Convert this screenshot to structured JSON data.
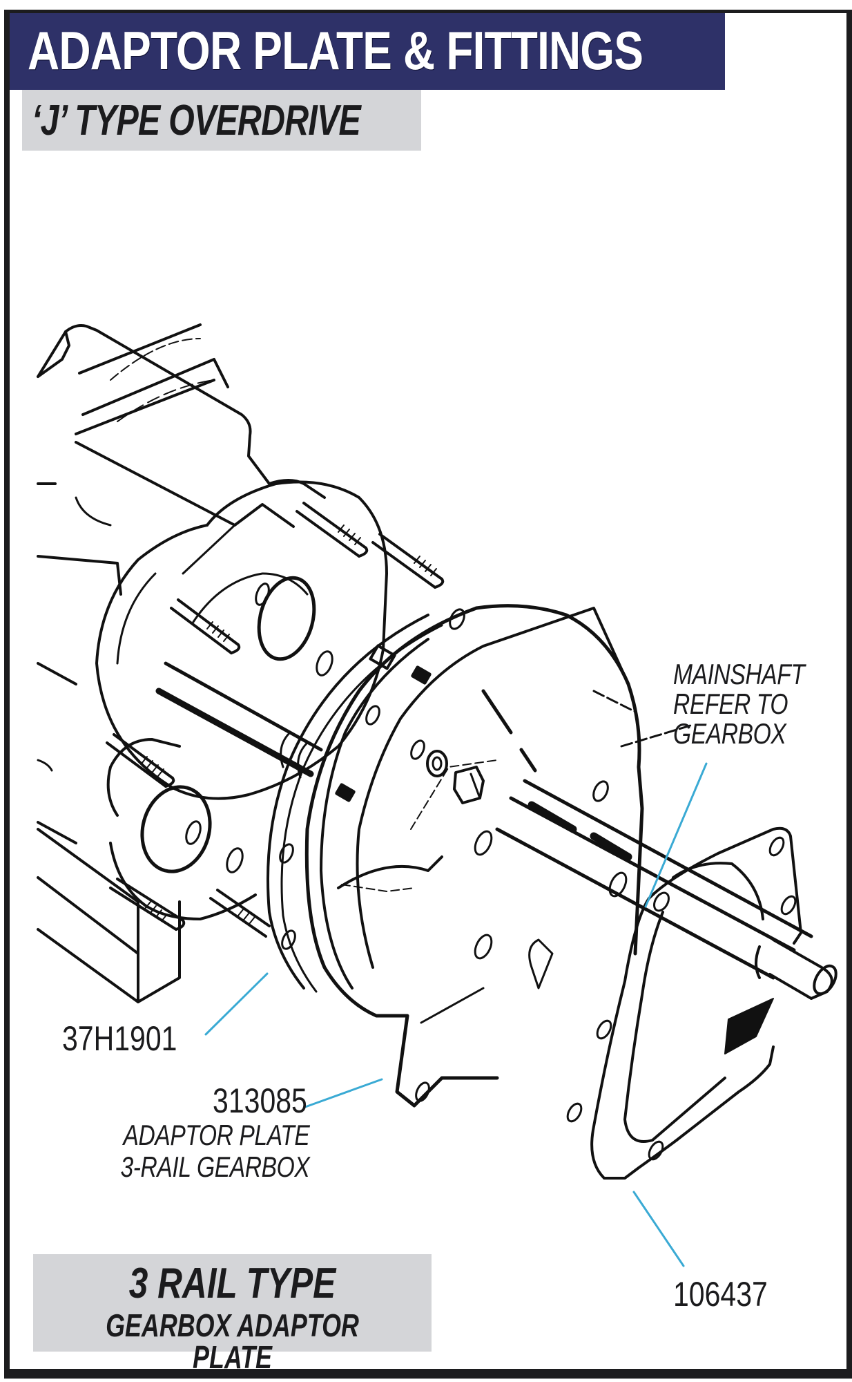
{
  "header": {
    "title": "ADAPTOR PLATE & FITTINGS",
    "subtitle": "‘J’ TYPE OVERDRIVE"
  },
  "callouts": [
    {
      "part_number": "37H1901",
      "description": ""
    },
    {
      "part_number": "313085",
      "description_line1": "ADAPTOR PLATE",
      "description_line2": "3-RAIL GEARBOX"
    },
    {
      "part_number": "",
      "description_line1": "MAINSHAFT",
      "description_line2": "REFER TO",
      "description_line3": "GEARBOX"
    },
    {
      "part_number": "106437",
      "description": ""
    }
  ],
  "footer": {
    "main": "3 RAIL TYPE",
    "sub": "GEARBOX ADAPTOR PLATE"
  },
  "colors": {
    "title_bg": "#2e3168",
    "label_box_bg": "#d4d5d8",
    "leader_line": "#3aaad4",
    "frame": "#1c1c1e"
  }
}
